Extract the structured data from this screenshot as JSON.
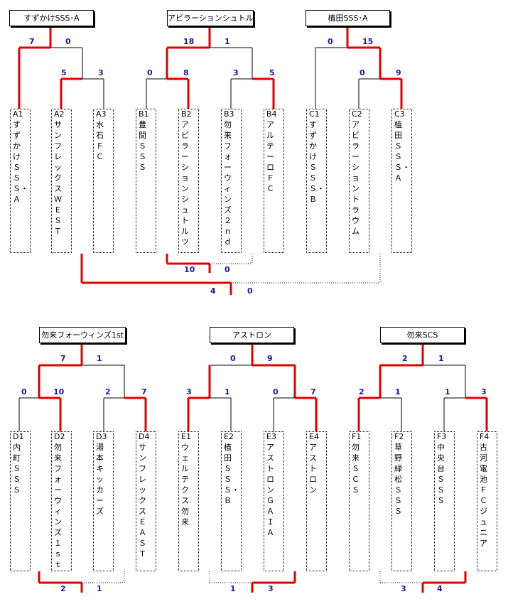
{
  "colors": {
    "win": "#e00000",
    "line": "#000000",
    "score": "#1a1a9a"
  },
  "blocks": [
    {
      "id": "A",
      "title": "すずかけSSS･A",
      "teams": [
        {
          "code": "A1",
          "name": "すずかけＳＳＳ・Ａ"
        },
        {
          "code": "A2",
          "name": "サンフレックスＷＥＳＴ"
        },
        {
          "code": "A3",
          "name": "水石ＦＣ"
        }
      ],
      "scores": {
        "final": [
          "7",
          "0"
        ],
        "semi": [
          "5",
          "3"
        ]
      }
    },
    {
      "id": "B",
      "title": "アビラーションシュトルツ",
      "teams": [
        {
          "code": "B1",
          "name": "豊間ＳＳＳ"
        },
        {
          "code": "B2",
          "name": "アビラーションシュトルツ"
        },
        {
          "code": "B3",
          "name": "勿来フォーウィンズ２ｎｄ"
        },
        {
          "code": "B4",
          "name": "アルテーロＦＣ"
        }
      ],
      "scores": {
        "final": [
          "18",
          "1"
        ],
        "semi_left": [
          "0",
          "8"
        ],
        "semi_right": [
          "3",
          "5"
        ]
      }
    },
    {
      "id": "C",
      "title": "植田SSS･A",
      "teams": [
        {
          "code": "C1",
          "name": "すずかけＳＳＳ・Ｂ"
        },
        {
          "code": "C2",
          "name": "アビラーショントラウム"
        },
        {
          "code": "C3",
          "name": "植田ＳＳＳ・Ａ"
        }
      ],
      "scores": {
        "final": [
          "0",
          "15"
        ],
        "semi": [
          "0",
          "9"
        ]
      }
    },
    {
      "id": "D",
      "title": "勿来フォーウィンズ1st",
      "teams": [
        {
          "code": "D1",
          "name": "内町ＳＳＳ"
        },
        {
          "code": "D2",
          "name": "勿来フォーウィンズ１ｓｔ"
        },
        {
          "code": "D3",
          "name": "湯本キッカーズ"
        },
        {
          "code": "D4",
          "name": "サンフレックスＥＡＳＴ"
        }
      ],
      "scores": {
        "final": [
          "7",
          "1"
        ],
        "semi_left": [
          "0",
          "10"
        ],
        "semi_right": [
          "2",
          "7"
        ]
      }
    },
    {
      "id": "E",
      "title": "アストロン",
      "teams": [
        {
          "code": "E1",
          "name": "ウェルテクス勿来"
        },
        {
          "code": "E2",
          "name": "植田ＳＳＳ・Ｂ"
        },
        {
          "code": "E3",
          "name": "アストロンＧＡＩＡ"
        },
        {
          "code": "E4",
          "name": "アストロン"
        }
      ],
      "scores": {
        "final": [
          "0",
          "9"
        ],
        "semi_left": [
          "3",
          "1"
        ],
        "semi_right": [
          "0",
          "7"
        ]
      }
    },
    {
      "id": "F",
      "title": "勿来SCS",
      "teams": [
        {
          "code": "F1",
          "name": "勿来ＳＣＳ"
        },
        {
          "code": "F2",
          "name": "草野緑松ＳＳＳ"
        },
        {
          "code": "F3",
          "name": "中央台ＳＳＳ"
        },
        {
          "code": "F4",
          "name": "古河電池ＦＣジュニア"
        }
      ],
      "scores": {
        "final": [
          "2",
          "1"
        ],
        "semi_left": [
          "2",
          "1"
        ],
        "semi_right": [
          "1",
          "3"
        ]
      }
    }
  ],
  "extra_matches": [
    {
      "scores": [
        "10",
        "0"
      ]
    },
    {
      "scores": [
        "4",
        "0"
      ]
    },
    {
      "scores": [
        "2",
        "1"
      ]
    },
    {
      "scores": [
        "1",
        "3"
      ]
    },
    {
      "scores": [
        "3",
        "4"
      ]
    }
  ]
}
